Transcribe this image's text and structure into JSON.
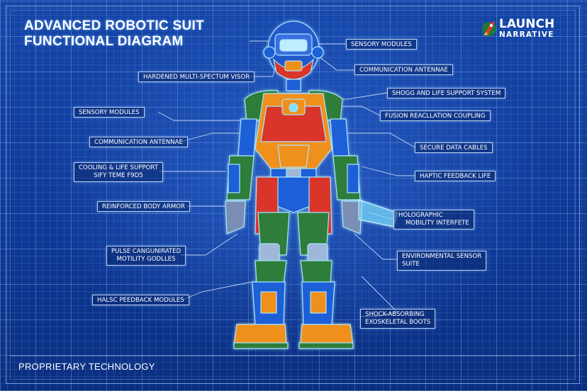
{
  "title": {
    "line1": "ADVANCED ROBOTIC SUIT",
    "line2": "FUNCTIONAL DIAGRAM"
  },
  "logo": {
    "line1": "LAUNCH",
    "line2": "NARRATIVE",
    "icon": "rocket-icon"
  },
  "footer": {
    "text": "PROPRIETARY TECHNOLOGY"
  },
  "callouts_left": [
    {
      "id": "hardened-visor",
      "lines": [
        "HARDENED MULTI-SPECTUM VISOR"
      ]
    },
    {
      "id": "sensory-modules-left",
      "lines": [
        "SENSORY MODULES"
      ]
    },
    {
      "id": "communication-antennae-left",
      "lines": [
        "COMMUNICATION ANTENNAE"
      ]
    },
    {
      "id": "cooling-life-support",
      "lines": [
        "COOLING & LIFE SUPPORT",
        "SIFY TEME F9D5"
      ]
    },
    {
      "id": "reinforced-body-armor",
      "lines": [
        "REINFORCED BODY ARMOR"
      ]
    },
    {
      "id": "pulse-motility",
      "lines": [
        "PULSE CANGUNIRATED",
        "MOTILITY GODLLES"
      ]
    },
    {
      "id": "halsc-feedback",
      "lines": [
        "HALSC PEEDBACK MODULES"
      ]
    }
  ],
  "callouts_right": [
    {
      "id": "sensory-modules-right",
      "lines": [
        "SENSORY MODULES"
      ]
    },
    {
      "id": "communication-antennae-right",
      "lines": [
        "COMMUNICATION ANTENNAE"
      ]
    },
    {
      "id": "shock-life-support",
      "lines": [
        "SHOGG AND LIFE SUPPORT SYSTEM"
      ]
    },
    {
      "id": "fusion-coupling",
      "lines": [
        "FUSION REACLLATION COUPLING"
      ]
    },
    {
      "id": "secure-data-cables",
      "lines": [
        "SECURE DATA CABLES"
      ]
    },
    {
      "id": "haptic-feedback",
      "lines": [
        "HAPTIC FEEDBACK LIFE"
      ]
    },
    {
      "id": "holographic-mobility",
      "lines": [
        "HOLOGRAPHIC",
        "MOBILITY INTERFETE"
      ]
    },
    {
      "id": "environmental-sensor",
      "lines": [
        "ENVIRONMENTAL SENSOR",
        "SUITE"
      ]
    },
    {
      "id": "shock-absorbing-boots",
      "lines": [
        "SHOCK-ABSORBING",
        "EXOSKELETAL BOOTS"
      ]
    }
  ],
  "colors": {
    "blueprint": "#0f3a98",
    "armor_red": "#d9342b",
    "armor_orange": "#f0901c",
    "armor_green": "#2e7d3a",
    "armor_blue": "#1f5fd6",
    "glow_cyan": "#7fe0ff"
  }
}
